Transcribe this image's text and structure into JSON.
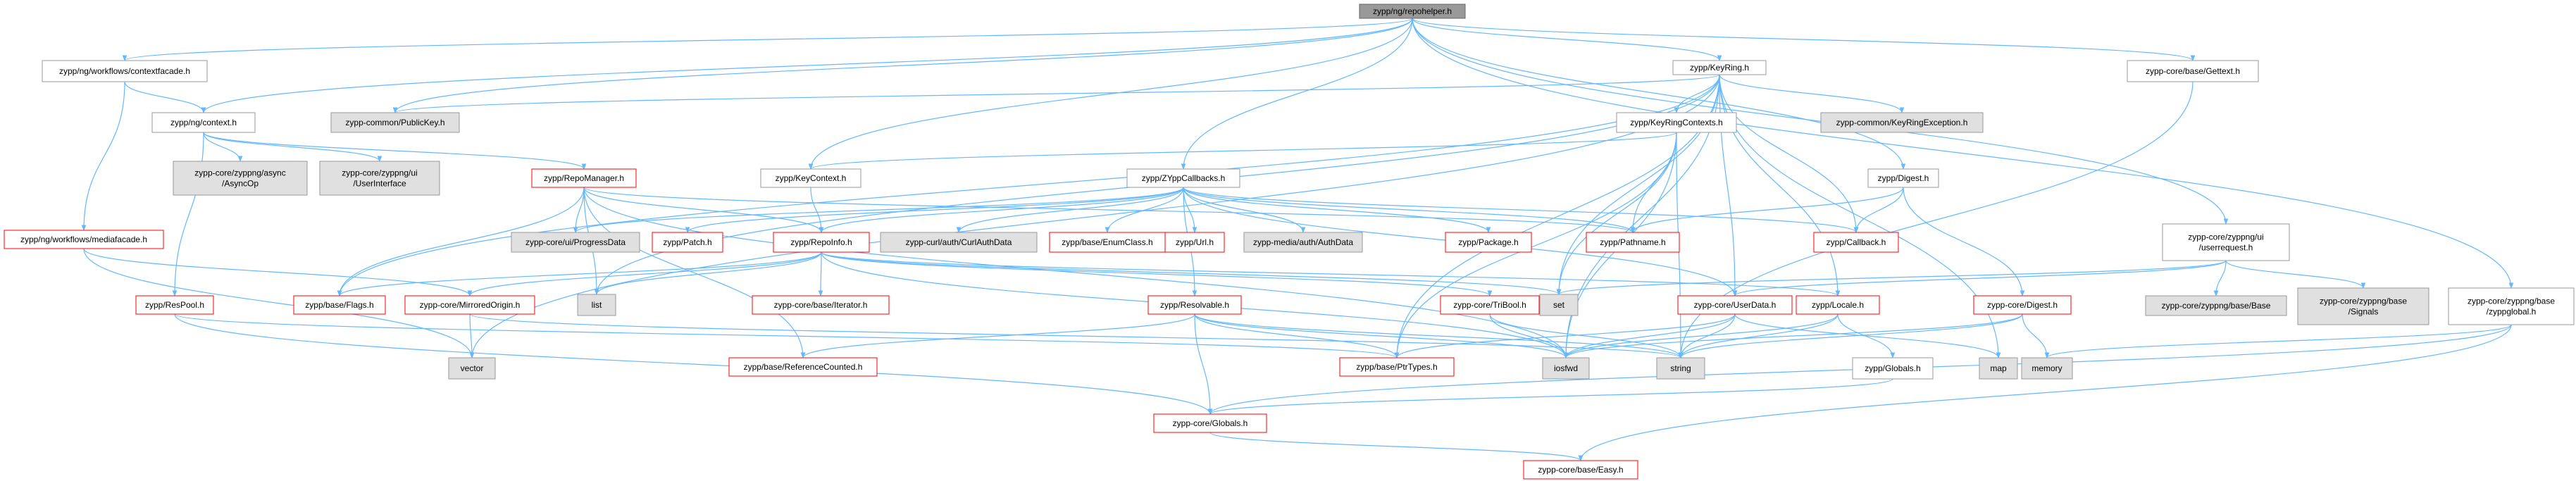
{
  "graph": {
    "title": "",
    "colors": {
      "edge": "#63b8ff",
      "box_fill": "#ffffff",
      "box_stroke": "#999999",
      "box_text": "#000000",
      "missing_stroke": "#ff0000",
      "system_fill": "#e0e0e0",
      "system_stroke": "#999999",
      "root_fill": "#999999",
      "root_stroke": "#666666"
    },
    "nodes": [
      {
        "id": "root",
        "label": "zypp/ng/repohelper.h",
        "kind": "root"
      },
      {
        "id": "contextfacade",
        "label": "zypp/ng/workflows/contextfacade.h",
        "kind": "file"
      },
      {
        "id": "keyring",
        "label": "zypp/KeyRing.h",
        "kind": "file"
      },
      {
        "id": "gettext",
        "label": "zypp-core/base/Gettext.h",
        "kind": "file"
      },
      {
        "id": "context",
        "label": "zypp/ng/context.h",
        "kind": "file"
      },
      {
        "id": "publickey",
        "label": "zypp-common/PublicKey.h",
        "kind": "system"
      },
      {
        "id": "keyringcontexts",
        "label": "zypp/KeyRingContexts.h",
        "kind": "file"
      },
      {
        "id": "keyringexception",
        "label": "zypp-common/KeyRingException.h",
        "kind": "system"
      },
      {
        "id": "asyncop",
        "label": "zypp-core/zyppng/async\n/AsyncOp",
        "kind": "system"
      },
      {
        "id": "userinterface",
        "label": "zypp-core/zyppng/ui\n/UserInterface",
        "kind": "system"
      },
      {
        "id": "repomanager",
        "label": "zypp/RepoManager.h",
        "kind": "missing"
      },
      {
        "id": "keycontext",
        "label": "zypp/KeyContext.h",
        "kind": "file"
      },
      {
        "id": "zyppcallbacks",
        "label": "zypp/ZYppCallbacks.h",
        "kind": "file"
      },
      {
        "id": "digest",
        "label": "zypp/Digest.h",
        "kind": "file"
      },
      {
        "id": "userrequest",
        "label": "zypp-core/zyppng/ui\n/userrequest.h",
        "kind": "file"
      },
      {
        "id": "mediafacade",
        "label": "zypp/ng/workflows/mediafacade.h",
        "kind": "missing"
      },
      {
        "id": "progressdata",
        "label": "zypp-core/ui/ProgressData",
        "kind": "system"
      },
      {
        "id": "patch",
        "label": "zypp/Patch.h",
        "kind": "missing"
      },
      {
        "id": "repoinfo",
        "label": "zypp/RepoInfo.h",
        "kind": "missing"
      },
      {
        "id": "curlauthdata",
        "label": "zypp-curl/auth/CurlAuthData",
        "kind": "system"
      },
      {
        "id": "enumclass",
        "label": "zypp/base/EnumClass.h",
        "kind": "missing"
      },
      {
        "id": "url",
        "label": "zypp/Url.h",
        "kind": "missing"
      },
      {
        "id": "authdata",
        "label": "zypp-media/auth/AuthData",
        "kind": "system"
      },
      {
        "id": "package",
        "label": "zypp/Package.h",
        "kind": "missing"
      },
      {
        "id": "pathname",
        "label": "zypp/Pathname.h",
        "kind": "missing"
      },
      {
        "id": "callback",
        "label": "zypp/Callback.h",
        "kind": "missing"
      },
      {
        "id": "zyppbase",
        "label": "zypp-core/zyppng/base/Base",
        "kind": "system"
      },
      {
        "id": "signals",
        "label": "zypp-core/zyppng/base\n/Signals",
        "kind": "system"
      },
      {
        "id": "zyppglobal",
        "label": "zypp-core/zyppng/base\n/zyppglobal.h",
        "kind": "file"
      },
      {
        "id": "respool",
        "label": "zypp/ResPool.h",
        "kind": "missing"
      },
      {
        "id": "flags",
        "label": "zypp/base/Flags.h",
        "kind": "missing"
      },
      {
        "id": "mirroredorigin",
        "label": "zypp-core/MirroredOrigin.h",
        "kind": "missing"
      },
      {
        "id": "list",
        "label": "list",
        "kind": "system"
      },
      {
        "id": "iterator",
        "label": "zypp-core/base/Iterator.h",
        "kind": "missing"
      },
      {
        "id": "resolvable",
        "label": "zypp/Resolvable.h",
        "kind": "missing"
      },
      {
        "id": "tribool",
        "label": "zypp-core/TriBool.h",
        "kind": "missing"
      },
      {
        "id": "set",
        "label": "set",
        "kind": "system"
      },
      {
        "id": "userdata",
        "label": "zypp-core/UserData.h",
        "kind": "missing"
      },
      {
        "id": "locale",
        "label": "zypp/Locale.h",
        "kind": "missing"
      },
      {
        "id": "coredigest",
        "label": "zypp-core/Digest.h",
        "kind": "missing"
      },
      {
        "id": "vector",
        "label": "vector",
        "kind": "system"
      },
      {
        "id": "refcounted",
        "label": "zypp/base/ReferenceCounted.h",
        "kind": "missing"
      },
      {
        "id": "ptrtypes",
        "label": "zypp/base/PtrTypes.h",
        "kind": "missing"
      },
      {
        "id": "iosfwd",
        "label": "iosfwd",
        "kind": "system"
      },
      {
        "id": "string",
        "label": "string",
        "kind": "system"
      },
      {
        "id": "globals",
        "label": "zypp/Globals.h",
        "kind": "file"
      },
      {
        "id": "map",
        "label": "map",
        "kind": "system"
      },
      {
        "id": "memory",
        "label": "memory",
        "kind": "system"
      },
      {
        "id": "coreglobals",
        "label": "zypp-core/Globals.h",
        "kind": "missing"
      },
      {
        "id": "easy",
        "label": "zypp-core/base/Easy.h",
        "kind": "missing"
      }
    ],
    "edges": [
      [
        "root",
        "contextfacade"
      ],
      [
        "root",
        "keyring"
      ],
      [
        "root",
        "gettext"
      ],
      [
        "root",
        "context"
      ],
      [
        "root",
        "publickey"
      ],
      [
        "root",
        "keycontext"
      ],
      [
        "root",
        "zyppcallbacks"
      ],
      [
        "root",
        "digest"
      ],
      [
        "root",
        "userrequest"
      ],
      [
        "root",
        "zyppglobal"
      ],
      [
        "contextfacade",
        "context"
      ],
      [
        "contextfacade",
        "mediafacade"
      ],
      [
        "context",
        "asyncop"
      ],
      [
        "context",
        "userinterface"
      ],
      [
        "context",
        "repomanager"
      ],
      [
        "context",
        "respool"
      ],
      [
        "keyring",
        "publickey"
      ],
      [
        "keyring",
        "keyringcontexts"
      ],
      [
        "keyring",
        "keyringexception"
      ],
      [
        "keyring",
        "callback"
      ],
      [
        "keyring",
        "flags"
      ],
      [
        "keyring",
        "list"
      ],
      [
        "keyring",
        "set"
      ],
      [
        "keyring",
        "iosfwd"
      ],
      [
        "keyring",
        "map"
      ],
      [
        "keyring",
        "ptrtypes"
      ],
      [
        "keyring",
        "locale"
      ],
      [
        "keyring",
        "userdata"
      ],
      [
        "keyring",
        "vector"
      ],
      [
        "keyringcontexts",
        "keycontext"
      ],
      [
        "keyringcontexts",
        "pathname"
      ],
      [
        "keyringcontexts",
        "set"
      ],
      [
        "keyringcontexts",
        "ptrtypes"
      ],
      [
        "keyringcontexts",
        "iosfwd"
      ],
      [
        "keyringcontexts",
        "string"
      ],
      [
        "repomanager",
        "progressdata"
      ],
      [
        "repomanager",
        "repoinfo"
      ],
      [
        "repomanager",
        "flags"
      ],
      [
        "repomanager",
        "list"
      ],
      [
        "repomanager",
        "pathname"
      ],
      [
        "repomanager",
        "iosfwd"
      ],
      [
        "repomanager",
        "refcounted"
      ],
      [
        "keycontext",
        "repoinfo"
      ],
      [
        "zyppcallbacks",
        "progressdata"
      ],
      [
        "zyppcallbacks",
        "patch"
      ],
      [
        "zyppcallbacks",
        "repoinfo"
      ],
      [
        "zyppcallbacks",
        "curlauthdata"
      ],
      [
        "zyppcallbacks",
        "enumclass"
      ],
      [
        "zyppcallbacks",
        "url"
      ],
      [
        "zyppcallbacks",
        "authdata"
      ],
      [
        "zyppcallbacks",
        "package"
      ],
      [
        "zyppcallbacks",
        "pathname"
      ],
      [
        "zyppcallbacks",
        "callback"
      ],
      [
        "zyppcallbacks",
        "resolvable"
      ],
      [
        "zyppcallbacks",
        "userdata"
      ],
      [
        "digest",
        "pathname"
      ],
      [
        "digest",
        "callback"
      ],
      [
        "digest",
        "coredigest"
      ],
      [
        "userrequest",
        "set"
      ],
      [
        "userrequest",
        "zyppbase"
      ],
      [
        "userrequest",
        "signals"
      ],
      [
        "userrequest",
        "userdata"
      ],
      [
        "zyppglobal",
        "coreglobals"
      ],
      [
        "zyppglobal",
        "memory"
      ],
      [
        "zyppglobal",
        "easy"
      ],
      [
        "gettext",
        "string"
      ],
      [
        "mediafacade",
        "mirroredorigin"
      ],
      [
        "mediafacade",
        "vector"
      ],
      [
        "respool",
        "coreglobals"
      ],
      [
        "respool",
        "ptrtypes"
      ],
      [
        "repoinfo",
        "flags"
      ],
      [
        "repoinfo",
        "list"
      ],
      [
        "repoinfo",
        "iterator"
      ],
      [
        "repoinfo",
        "mirroredorigin"
      ],
      [
        "repoinfo",
        "tribool"
      ],
      [
        "repoinfo",
        "set"
      ],
      [
        "repoinfo",
        "locale"
      ],
      [
        "repoinfo",
        "iosfwd"
      ],
      [
        "mirroredorigin",
        "vector"
      ],
      [
        "mirroredorigin",
        "string"
      ],
      [
        "resolvable",
        "refcounted"
      ],
      [
        "resolvable",
        "ptrtypes"
      ],
      [
        "resolvable",
        "coreglobals"
      ],
      [
        "resolvable",
        "iosfwd"
      ],
      [
        "resolvable",
        "string"
      ],
      [
        "tribool",
        "iosfwd"
      ],
      [
        "tribool",
        "string"
      ],
      [
        "userdata",
        "iosfwd"
      ],
      [
        "userdata",
        "string"
      ],
      [
        "userdata",
        "map"
      ],
      [
        "userdata",
        "ptrtypes"
      ],
      [
        "locale",
        "string"
      ],
      [
        "locale",
        "iosfwd"
      ],
      [
        "locale",
        "globals"
      ],
      [
        "coredigest",
        "string"
      ],
      [
        "coredigest",
        "iosfwd"
      ],
      [
        "coredigest",
        "memory"
      ],
      [
        "globals",
        "coreglobals"
      ],
      [
        "coreglobals",
        "easy"
      ]
    ]
  }
}
